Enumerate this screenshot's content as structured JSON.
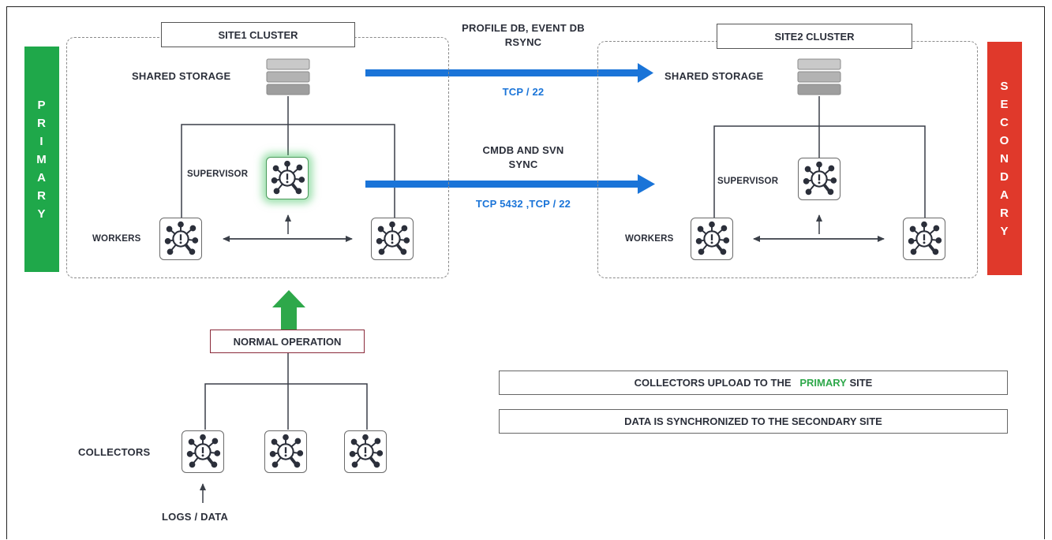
{
  "primary": {
    "label": "PRIMARY",
    "color": "#1fa84a"
  },
  "secondary": {
    "label": "SECONDARY",
    "color": "#e0392b"
  },
  "site1": {
    "title": "SITE1 CLUSTER",
    "storage_label": "SHARED STORAGE",
    "supervisor_label": "SUPERVISOR",
    "workers_label": "WORKERS"
  },
  "site2": {
    "title": "SITE2 CLUSTER",
    "storage_label": "SHARED STORAGE",
    "supervisor_label": "SUPERVISOR",
    "workers_label": "WORKERS"
  },
  "sync": {
    "top_label_line1": "PROFILE DB, EVENT DB",
    "top_label_line2": "RSYNC",
    "top_port": "TCP / 22",
    "bottom_label_line1": "CMDB AND SVN",
    "bottom_label_line2": "SYNC",
    "bottom_port": "TCP 5432 ,TCP / 22",
    "arrow_color": "#1a74d8"
  },
  "operation": {
    "label": "NORMAL OPERATION",
    "arrow_color": "#2ea84a"
  },
  "collectors": {
    "label": "COLLECTORS",
    "input_label": "LOGS / DATA"
  },
  "notes": {
    "line1_prefix": "COLLECTORS UPLOAD TO THE",
    "line1_highlight": "PRIMARY",
    "line1_suffix": "SITE",
    "line2": "DATA IS SYNCHRONIZED TO THE  SECONDARY SITE"
  },
  "icons": {
    "node": "network-node-icon",
    "storage": "storage-stack-icon"
  }
}
